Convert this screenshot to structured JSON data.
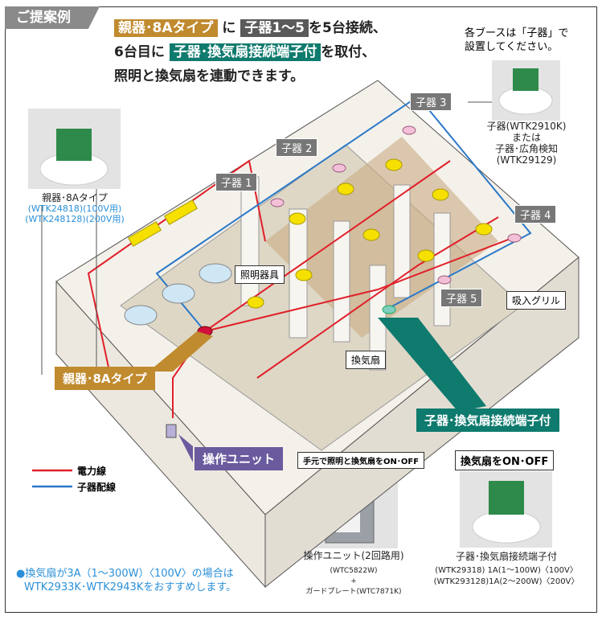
{
  "header": {
    "tag": "ご提案例",
    "line1": {
      "chip1": "親器･8Aタイプ",
      "t1": " に ",
      "chip2": "子器1～5",
      "t2": "を5台接続、"
    },
    "line2": {
      "t1": "6台目に ",
      "chip3": "子器･換気扇接続端子付",
      "t2": "を取付、"
    },
    "line3": "照明と換気扇を連動できます。"
  },
  "colors": {
    "parent": "#c08a2e",
    "child": "#5a5a5a",
    "teal": "#0f7a6e",
    "purple": "#6a5a9e",
    "power": "#e0202a",
    "signal": "#2a78c8",
    "note": "#2a8fd8"
  },
  "top_right": {
    "note1": "各ブースは「子器」で",
    "note2": "設置してください。",
    "caption": [
      "子器(WTK2910K)",
      "または",
      "子器･広角検知",
      "(WTK29129)"
    ]
  },
  "left_product": {
    "caption": [
      "親器･8Aタイプ",
      "(WTK24818)(100V用)",
      "(WTK248128)(200V用)"
    ]
  },
  "diagram": {
    "children": [
      "子器 1",
      "子器 2",
      "子器 3",
      "子器 4",
      "子器 5"
    ],
    "light": "照明器具",
    "grille": "吸入グリル",
    "fan": "換気扇",
    "parent_callout": "親器･8Aタイプ",
    "unit_callout": "操作ユニット",
    "terminal_callout": "子器･換気扇接続端子付"
  },
  "legend": {
    "power": "電力線",
    "signal": "子器配線"
  },
  "unit_box": {
    "label": "手元で照明と換気扇をON･OFF",
    "caption": "操作ユニット(2回路用)",
    "model1": "(WTC5822W)",
    "plus": "+",
    "model2": "ガードプレート(WTC7871K)"
  },
  "fan_box": {
    "label": "換気扇をON･OFF",
    "caption": "子器･換気扇接続端子付",
    "model1": "(WTK29318)  1A(1～100W)〈100V〉",
    "model2": "(WTK293128)1A(2～200W)〈200V〉"
  },
  "footnote": {
    "line1": "●換気扇が3A（1～300W）〈100V〉の場合は",
    "line2": "WTK2933K･WTK2943Kをおすすめします。"
  }
}
